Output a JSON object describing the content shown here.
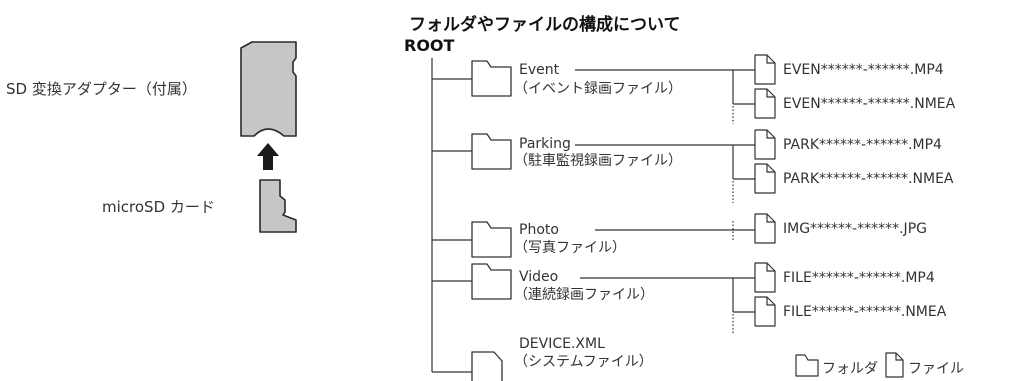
{
  "adapter_label": "SD 変換アダプター（付属）",
  "microsd_label": "microSD カード",
  "tree_title": "フォルダやファイルの構成について",
  "root_label": "ROOT",
  "folders": [
    {
      "name": "Event",
      "desc": "（イベント録画ファイル）",
      "files": [
        "EVEN******-******.MP4",
        "EVEN******-******.NMEA"
      ]
    },
    {
      "name": "Parking",
      "desc": "（駐車監視録画ファイル）",
      "files": [
        "PARK******-******.MP4",
        "PARK******-******.NMEA"
      ]
    },
    {
      "name": "Photo",
      "desc": "（写真ファイル）",
      "files": [
        "IMG******-******.JPG"
      ]
    },
    {
      "name": "Video",
      "desc": "（連続録画ファイル）",
      "files": [
        "FILE******-******.MP4",
        "FILE******-******.NMEA"
      ]
    }
  ],
  "device_file": {
    "name": "DEVICE.XML",
    "desc": "（システムファイル）"
  },
  "legend": {
    "folder": "フォルダ",
    "file": "ファイル"
  }
}
